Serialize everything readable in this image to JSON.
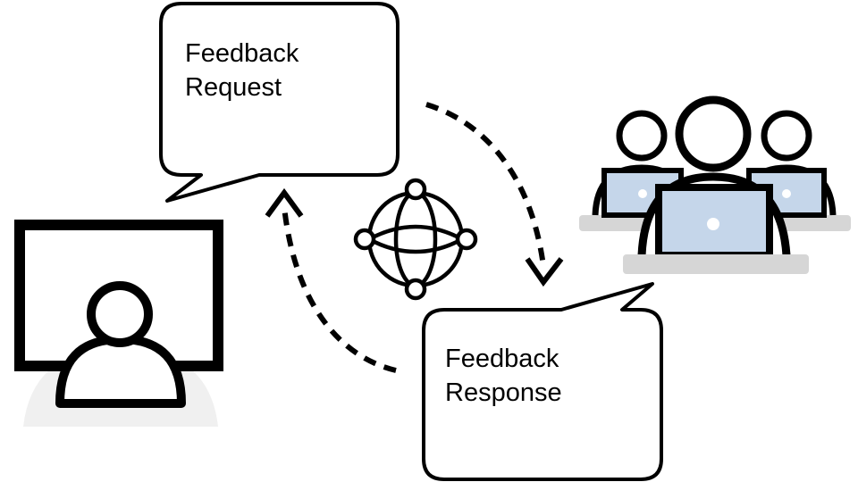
{
  "request_bubble": {
    "line1": "Feedback",
    "line2": "Request"
  },
  "response_bubble": {
    "line1": "Feedback",
    "line2": "Response"
  },
  "icons": {
    "sender": "monitor-user-icon",
    "network": "globe-network-icon",
    "receivers": "team-laptops-icon",
    "request_arrow": "dashed-arrow-down-icon",
    "response_arrow": "dashed-arrow-up-icon"
  },
  "colors": {
    "stroke": "#000000",
    "laptop_screen": "#c5d6ea",
    "desk": "#d6d6d6",
    "shadow": "#f0f0f0"
  }
}
